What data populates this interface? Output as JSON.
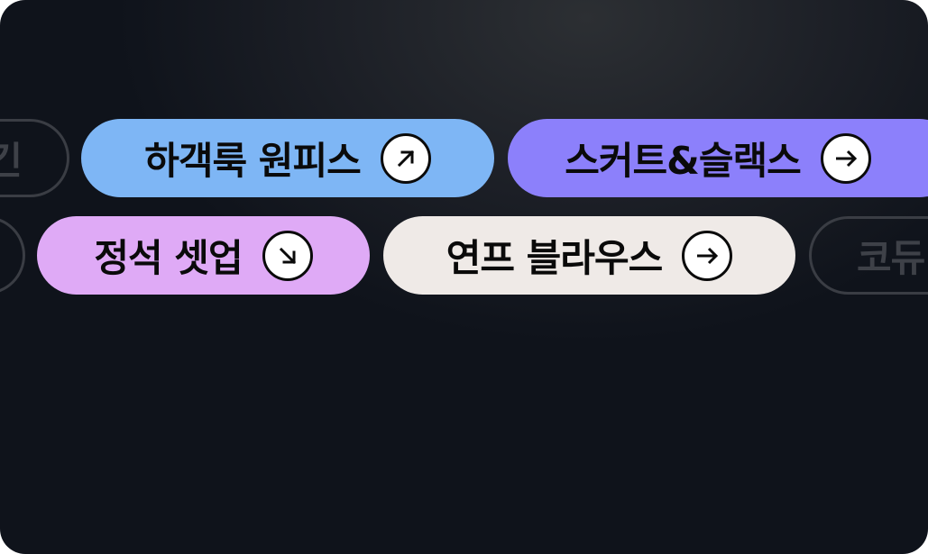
{
  "chips": {
    "row1": [
      {
        "label": "긴",
        "state": "faded"
      },
      {
        "label": "하객룩 원피스",
        "icon": "arrow-up-right-icon",
        "color": "#7eb6f5"
      },
      {
        "label": "스커트&슬랙스",
        "icon": "arrow-right-icon",
        "color": "#8c80fb"
      }
    ],
    "row2": [
      {
        "label": "",
        "state": "faded"
      },
      {
        "label": "정석 셋업",
        "icon": "arrow-down-right-icon",
        "color": "#dfaaf6"
      },
      {
        "label": "연프 블라우스",
        "icon": "arrow-right-icon",
        "color": "#efeae7"
      },
      {
        "label": "코듀",
        "state": "faded"
      }
    ]
  }
}
